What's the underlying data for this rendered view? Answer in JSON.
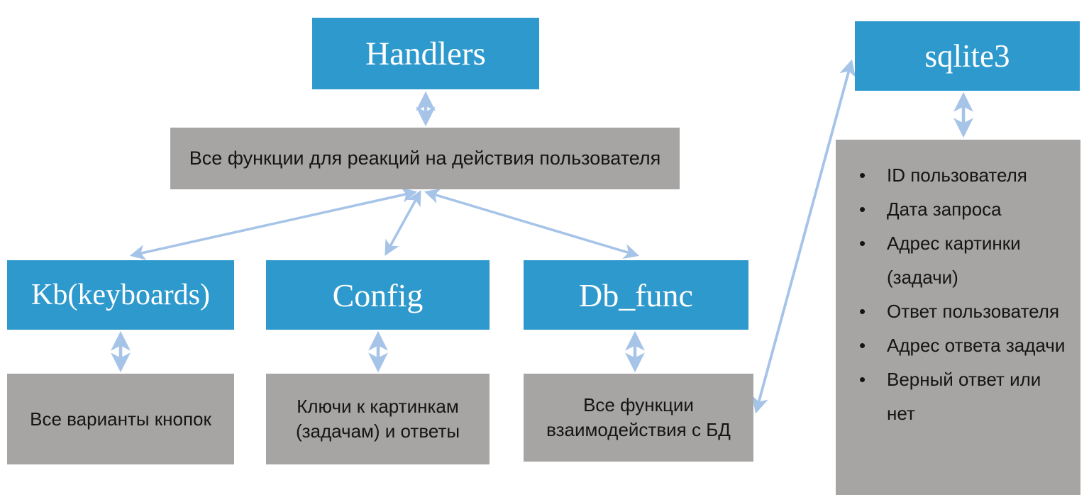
{
  "diagram": {
    "title_note": "Bot architecture diagram",
    "colors": {
      "module_box_fill": "#2e99cc",
      "module_box_text": "#ffffff",
      "desc_box_fill": "#a7a5a4",
      "desc_box_text": "#141414",
      "arrow": "#a6c3e8"
    },
    "nodes": {
      "handlers": {
        "label": "Handlers"
      },
      "handlers_desc": {
        "label": "Все функции для реакций на действия пользователя"
      },
      "kb": {
        "label": "Kb(keyboards)"
      },
      "kb_desc": {
        "label": "Все варианты кнопок"
      },
      "config": {
        "label": "Config"
      },
      "config_desc": {
        "label": "Ключи к картинкам (задачам) и ответы"
      },
      "db_func": {
        "label": "Db_func"
      },
      "db_func_desc": {
        "label": "Все функции взаимодействия с БД"
      },
      "sqlite3": {
        "label": "sqlite3"
      },
      "sqlite3_fields": [
        "ID пользователя",
        "Дата запроса",
        "Адрес картинки (задачи)",
        "Ответ пользователя",
        "Адрес ответа задачи",
        "Верный ответ или нет"
      ]
    },
    "edges": [
      {
        "from": "handlers",
        "to": "handlers_desc",
        "bidirectional": true
      },
      {
        "from": "handlers_desc",
        "to": "kb",
        "bidirectional": true
      },
      {
        "from": "handlers_desc",
        "to": "config",
        "bidirectional": true
      },
      {
        "from": "handlers_desc",
        "to": "db_func",
        "bidirectional": true
      },
      {
        "from": "kb",
        "to": "kb_desc",
        "bidirectional": true
      },
      {
        "from": "config",
        "to": "config_desc",
        "bidirectional": true
      },
      {
        "from": "db_func",
        "to": "db_func_desc",
        "bidirectional": true
      },
      {
        "from": "sqlite3",
        "to": "sqlite3_fields",
        "bidirectional": true
      },
      {
        "from": "db_func_desc",
        "to": "sqlite3",
        "bidirectional": true
      }
    ]
  }
}
